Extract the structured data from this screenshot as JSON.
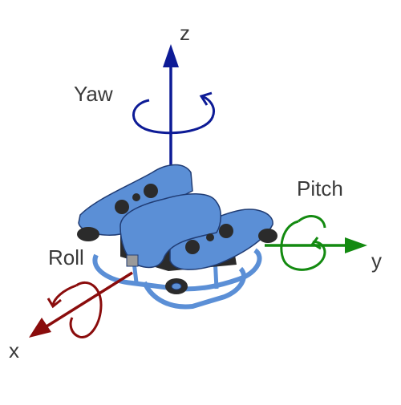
{
  "axes": {
    "z": {
      "label": "z",
      "color": "#0d1b96"
    },
    "y": {
      "label": "y",
      "color": "#138a10"
    },
    "x": {
      "label": "x",
      "color": "#8a0c0c"
    }
  },
  "rotations": {
    "yaw": {
      "label": "Yaw",
      "color": "#0d1b96"
    },
    "pitch": {
      "label": "Pitch",
      "color": "#138a10"
    },
    "roll": {
      "label": "Roll",
      "color": "#8a0c0c"
    }
  },
  "label_color": "#3a3a3a",
  "vehicle": {
    "body_color": "#5b8fd6",
    "edge_color": "#203c74",
    "thruster_color": "#2b2b2b"
  }
}
